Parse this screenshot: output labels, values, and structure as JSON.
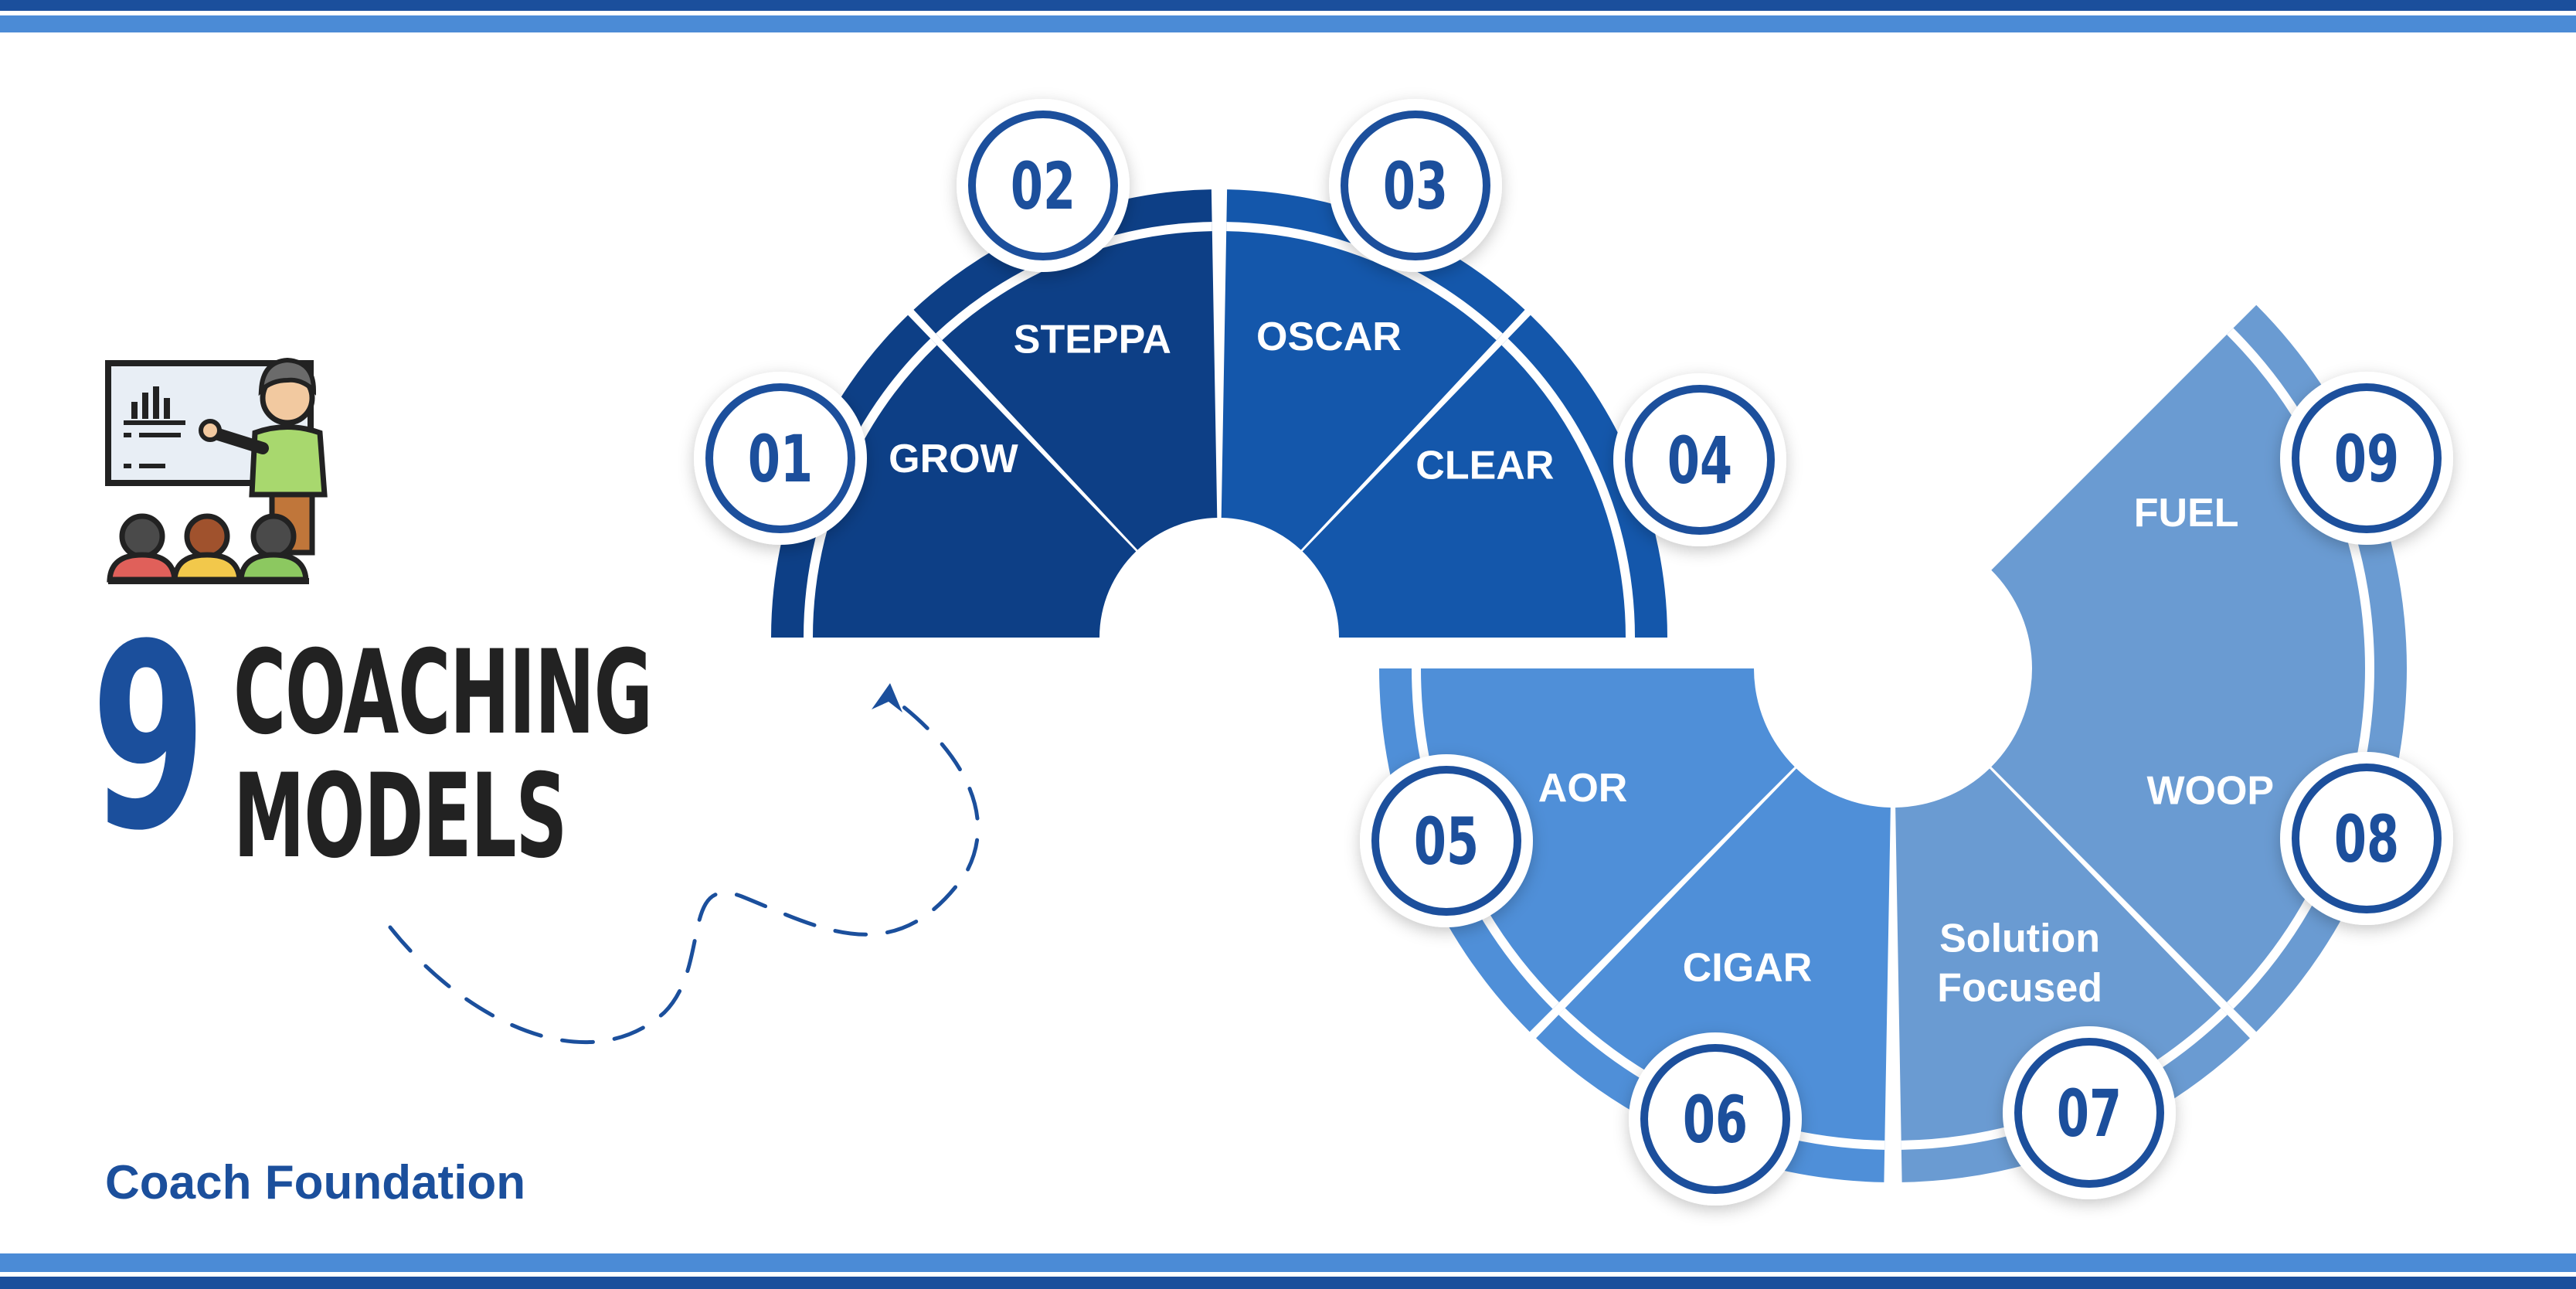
{
  "title": {
    "number": "9",
    "line1": "COACHING",
    "line2": "MODELS"
  },
  "brand": "Coach Foundation",
  "icon": "teacher-presentation-icon",
  "colors": {
    "dark_blue": "#0d3f86",
    "medium_blue": "#1457ab",
    "light_blue": "#4f8fd8",
    "pale_blue": "#6a9bd2",
    "accent": "#1b4f9c"
  },
  "models": [
    {
      "number": "01",
      "name": "GROW"
    },
    {
      "number": "02",
      "name": "STEPPA"
    },
    {
      "number": "03",
      "name": "OSCAR"
    },
    {
      "number": "04",
      "name": "CLEAR"
    },
    {
      "number": "05",
      "name": "AOR"
    },
    {
      "number": "06",
      "name": "CIGAR"
    },
    {
      "number": "07",
      "name": "Solution Focused"
    },
    {
      "number": "08",
      "name": "WOOP"
    },
    {
      "number": "09",
      "name": "FUEL"
    }
  ]
}
